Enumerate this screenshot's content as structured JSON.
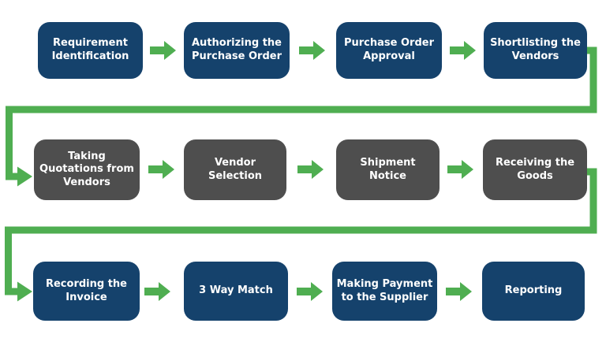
{
  "colors": {
    "navy": "#15426c",
    "gray": "#4e4e4e",
    "green": "#4fae51",
    "text": "#ffffff",
    "background": "#ffffff"
  },
  "flow": {
    "rows": [
      {
        "steps": [
          {
            "label": "Requirement\nIdentification"
          },
          {
            "label": "Authorizing the\nPurchase Order"
          },
          {
            "label": "Purchase Order\nApproval"
          },
          {
            "label": "Shortlisting the\nVendors"
          }
        ]
      },
      {
        "steps": [
          {
            "label": "Taking\nQuotations from\nVendors"
          },
          {
            "label": "Vendor\nSelection"
          },
          {
            "label": "Shipment\nNotice"
          },
          {
            "label": "Receiving the\nGoods"
          }
        ]
      },
      {
        "steps": [
          {
            "label": "Recording the\nInvoice"
          },
          {
            "label": "3 Way Match"
          },
          {
            "label": "Making Payment\nto the Supplier"
          },
          {
            "label": "Reporting"
          }
        ]
      }
    ]
  }
}
